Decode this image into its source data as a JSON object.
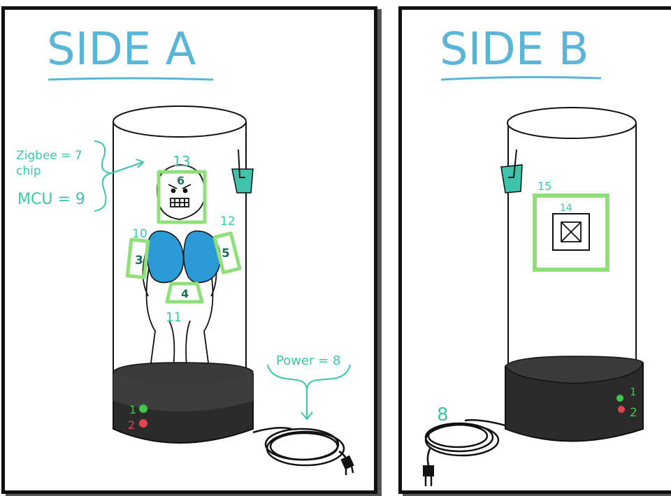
{
  "side_a": {
    "title": "SIDE A",
    "zigbee_label": "Zigbee = 7",
    "zigbee_label_line2": "chip",
    "mcu_label": "MCU = 9",
    "power_label": "Power = 8",
    "face_number": "6",
    "face_box_number": "13",
    "left_glove_number": "3",
    "left_box_number": "10",
    "right_glove_number": "5",
    "right_box_number": "12",
    "chest_number": "4",
    "chest_box_number": "11",
    "led_green_number": "1",
    "led_red_number": "2"
  },
  "side_b": {
    "title": "SIDE B",
    "outer_box_number": "15",
    "inner_box_number": "14",
    "led_green_number": "1",
    "led_red_number": "2",
    "cord_number": "8"
  },
  "colors": {
    "title": "#5ab6d9",
    "annotation": "#3cc5a9",
    "box_outline": "#8fe07a",
    "glove": "#2b9ad6",
    "clip": "#3fc3ad",
    "base": "#2b2b2b",
    "led_green": "#3ec84a",
    "led_red": "#e2474b"
  }
}
